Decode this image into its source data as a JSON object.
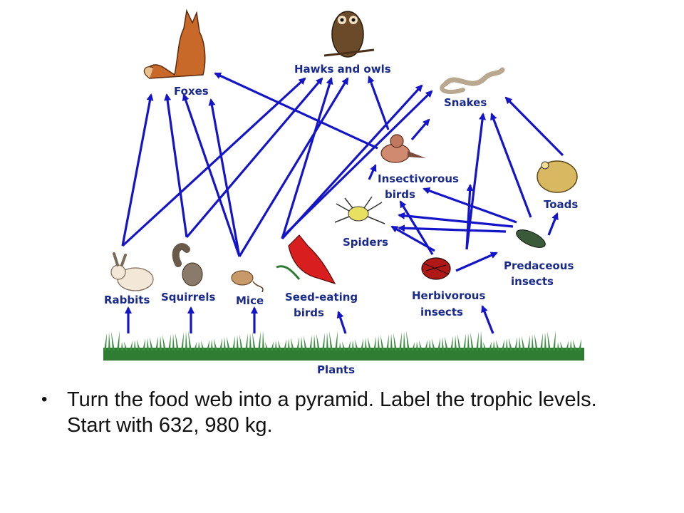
{
  "diagram": {
    "labels": {
      "foxes": "Foxes",
      "hawks": "Hawks and owls",
      "snakes": "Snakes",
      "insectivorous_1": "Insectivorous",
      "insectivorous_2": "birds",
      "toads": "Toads",
      "spiders": "Spiders",
      "predaceous_1": "Predaceous",
      "predaceous_2": "insects",
      "rabbits": "Rabbits",
      "squirrels": "Squirrels",
      "mice": "Mice",
      "seed_1": "Seed-eating",
      "seed_2": "birds",
      "herb_1": "Herbivorous",
      "herb_2": "insects",
      "plants": "Plants"
    },
    "colors": {
      "arrow": "#1414c8",
      "label": "#1a2a8c"
    }
  },
  "caption": {
    "bullet": "•",
    "text": "Turn the food web into a pyramid. Label the trophic levels.  Start with 632, 980 kg."
  }
}
